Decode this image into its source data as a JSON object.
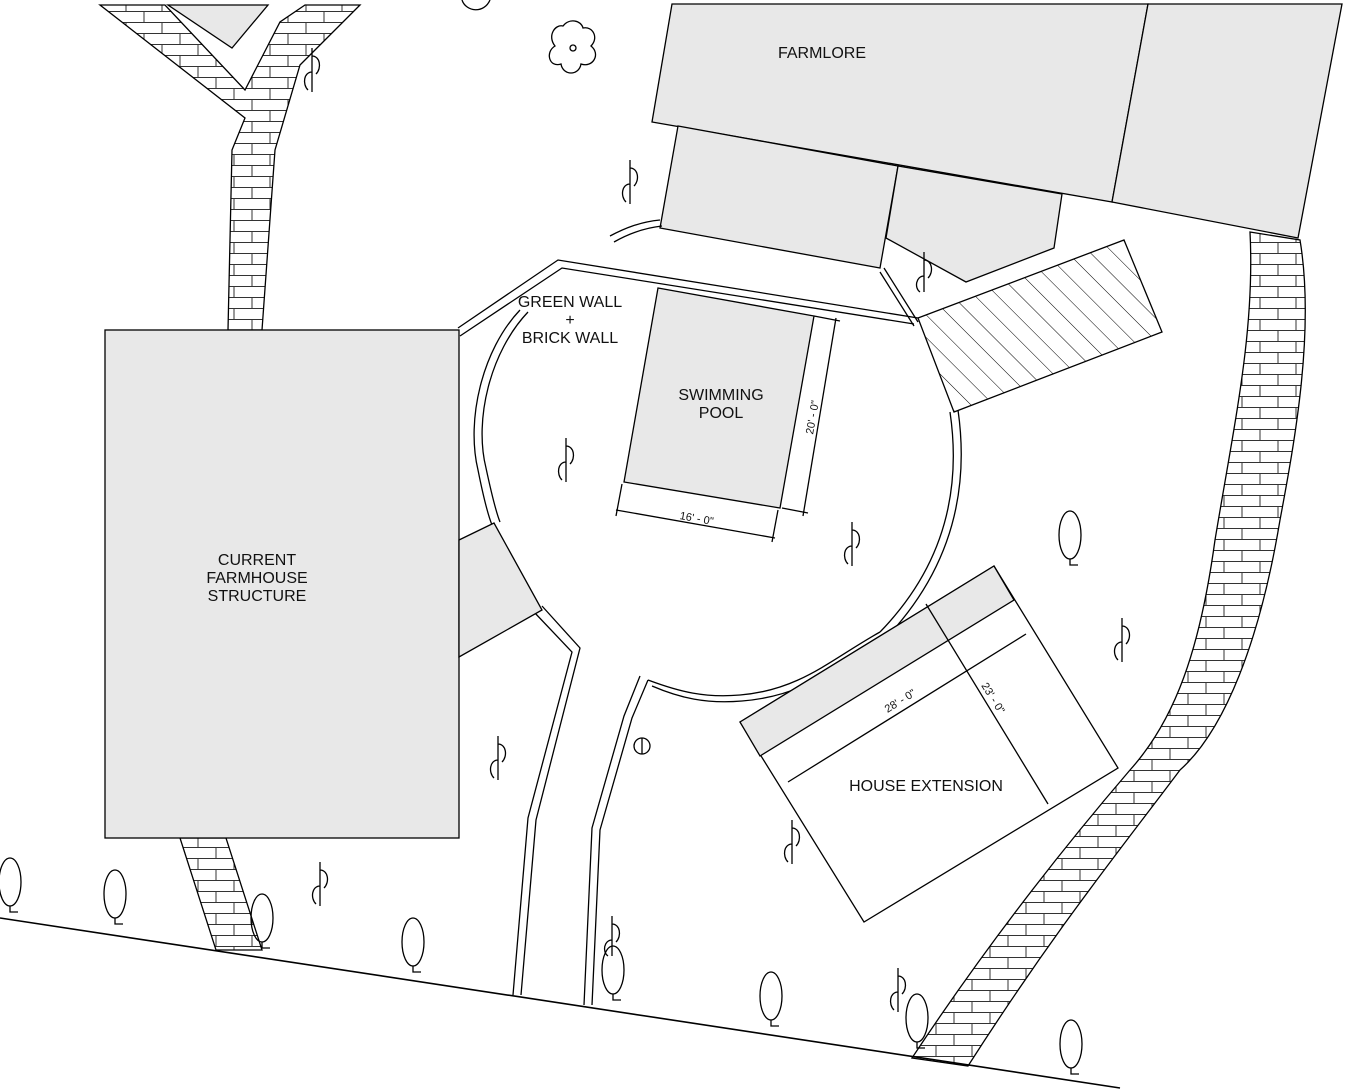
{
  "labels": {
    "farmlore": "FARMLORE",
    "green_wall_1": "GREEN WALL",
    "green_wall_2": "+",
    "green_wall_3": "BRICK WALL",
    "pool_1": "SWIMMING",
    "pool_2": "POOL",
    "farmhouse_1": "CURRENT",
    "farmhouse_2": "FARMHOUSE",
    "farmhouse_3": "STRUCTURE",
    "extension": "HOUSE EXTENSION"
  },
  "dimensions": {
    "pool_width": "16' - 0\"",
    "pool_length": "20' - 0\"",
    "extension_width": "28' - 0\"",
    "extension_depth": "23' - 0\""
  },
  "colors": {
    "building_fill": "#e8e8e8",
    "line": "#000000",
    "background": "#ffffff"
  }
}
